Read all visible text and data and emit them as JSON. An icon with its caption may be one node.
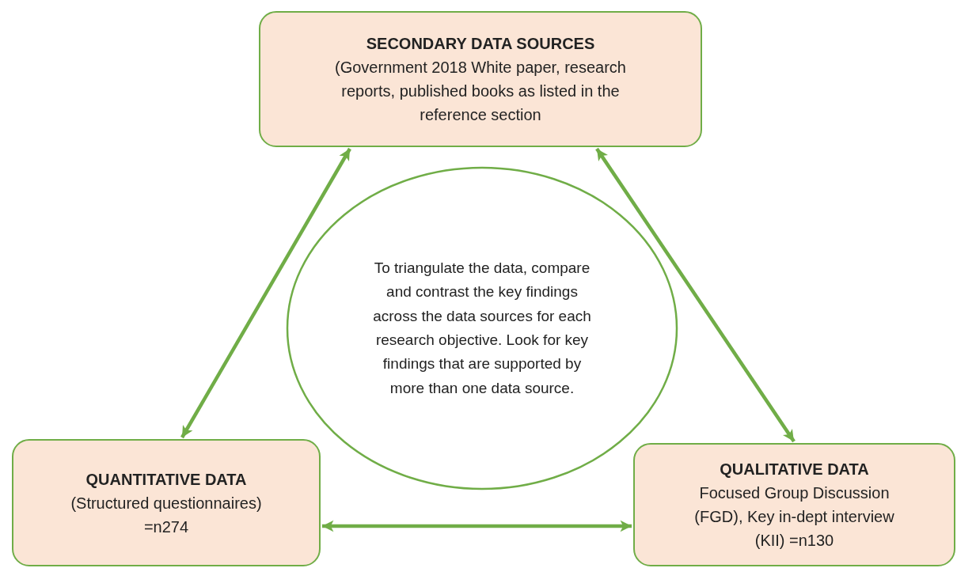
{
  "diagram": {
    "nodes": [
      {
        "text": [
          "SECONDARY DATA SOURCES",
          "(Government 2018 White paper, research reports, published books as listed in the reference section"
        ]
      },
      {
        "text": [
          "To triangulate the data, compare and contrast the key findings across the data sources for each research objective. Look for key findings that are supported by more than one data source."
        ]
      },
      {
        "text": [
          "QUANTITATIVE DATA",
          "(Structured questionnaires) =n274"
        ]
      },
      {
        "text": [
          "QUALITATIVE DATA",
          "Focused Group Discussion (FGD), Key in-dept interview (KII) =n130"
        ]
      }
    ],
    "edges": [
      {
        "from": 0,
        "to": 2,
        "arrow": "both"
      },
      {
        "from": 0,
        "to": 3,
        "arrow": "both"
      },
      {
        "from": 2,
        "to": 3,
        "arrow": "both"
      }
    ]
  }
}
